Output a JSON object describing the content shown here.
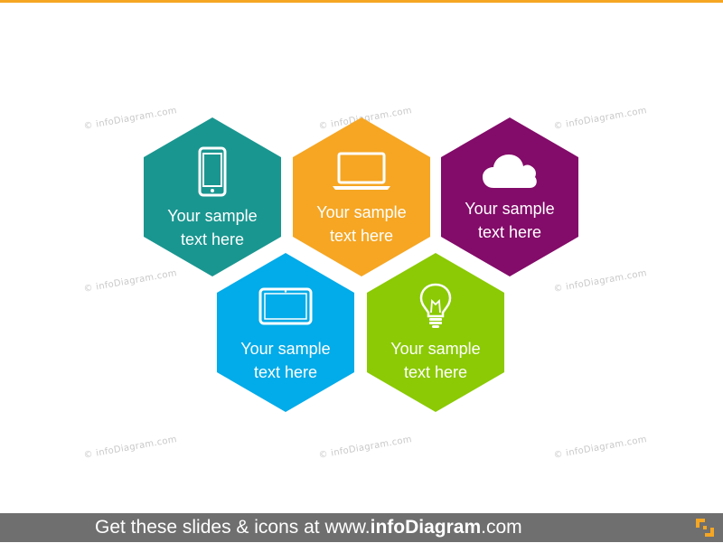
{
  "colors": {
    "accent_rule": "#f5a623",
    "teal": "#1a9690",
    "orange": "#f6a623",
    "purple": "#830b69",
    "blue": "#02abe9",
    "green": "#8bca04",
    "footer_bg": "#6f6f6f",
    "watermark": "#c9c9c9"
  },
  "watermark_text": "© infoDiagram.com",
  "hexagons": [
    {
      "icon": "smartphone-icon",
      "line1": "Your sample",
      "line2": "text here"
    },
    {
      "icon": "laptop-icon",
      "line1": "Your sample",
      "line2": "text here"
    },
    {
      "icon": "cloud-icon",
      "line1": "Your sample",
      "line2": "text here"
    },
    {
      "icon": "tablet-icon",
      "line1": "Your sample",
      "line2": "text here"
    },
    {
      "icon": "lightbulb-icon",
      "line1": "Your sample",
      "line2": "text here"
    }
  ],
  "footer": {
    "prefix": "Get these slides & icons at www.",
    "brand": "infoDiagram",
    "suffix": ".com",
    "logo_icon": "infodiagram-logo-icon"
  }
}
